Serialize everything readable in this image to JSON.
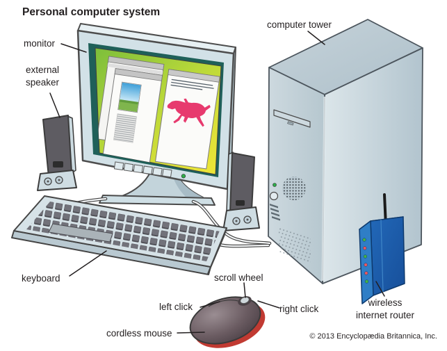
{
  "title": "Personal computer system",
  "copyright": "© 2013 Encyclopædia Britannica, Inc.",
  "labels": {
    "monitor": "monitor",
    "external_speaker": "external\nspeaker",
    "computer_tower": "computer tower",
    "keyboard": "keyboard",
    "scroll_wheel": "scroll wheel",
    "left_click": "left click",
    "right_click": "right click",
    "cordless_mouse": "cordless mouse",
    "wireless_internet_router": "wireless\ninternet router"
  },
  "colors": {
    "label_text": "#231f20",
    "screen_green": "#7cbe3b",
    "screen_yellow": "#ebe437",
    "monitor_bezel": "#d2e1e7",
    "monitor_frame_teal": "#1f6059",
    "horse_pink": "#e73a6e",
    "sky_blue": "#3e9fd8",
    "hill_green": "#7fb54d",
    "device_gray": "#c8d6dd",
    "speaker_dark": "#5e5c62",
    "keyboard_key": "#72727a",
    "mouse_body": "#6b5c62",
    "mouse_red": "#c13a32",
    "router_blue": "#1d5dac",
    "power_led_green": "#2fae4a",
    "led_green": "#43b049",
    "led_red": "#e75860"
  },
  "router_leds": [
    "green",
    "red",
    "green",
    "red",
    "red",
    "green"
  ],
  "router_led_colors": [
    "#43b049",
    "#e75860",
    "#43b049",
    "#e75860",
    "#e75860",
    "#43b049"
  ]
}
